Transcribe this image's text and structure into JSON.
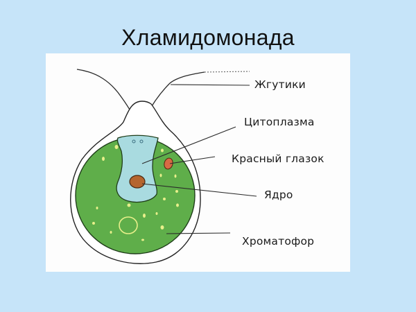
{
  "slide": {
    "title": "Хламидомонада",
    "background_color": "#c6e4f9",
    "panel_color": "#fdfdfd"
  },
  "diagram": {
    "subject": "Chlamydomonas cell structure",
    "colors": {
      "cell_body": "#5fae4a",
      "cytoplasm": "#a9dbe0",
      "nucleus": "#b5652e",
      "eyespot": "#d86a45",
      "pyrenoid_ring": "#e8ef8a",
      "outline": "#222222"
    },
    "labels": [
      {
        "id": "flagella",
        "text": "Жгутики"
      },
      {
        "id": "cytoplasm",
        "text": "Цитоплазма"
      },
      {
        "id": "eyespot",
        "text": "Красный глазок"
      },
      {
        "id": "nucleus",
        "text": "Ядро"
      },
      {
        "id": "chromatophore",
        "text": "Хроматофор"
      }
    ]
  }
}
